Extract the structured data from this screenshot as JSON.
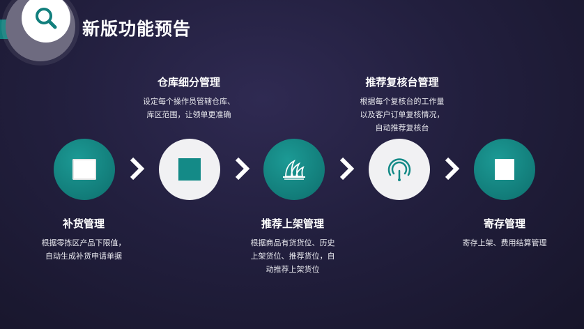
{
  "header": {
    "title": "新版功能预告",
    "icon": "search-icon",
    "colors": {
      "accent": "#127f7d",
      "background": "#221f3e"
    }
  },
  "steps": [
    {
      "title": "补货管理",
      "desc": "根据零拣区产品下限值，\n自动生成补货申请单据",
      "icon": "square-icon"
    },
    {
      "title": "仓库细分管理",
      "desc": "设定每个操作员管辖仓库、\n库区范围，让领单更准确",
      "icon": "square-icon"
    },
    {
      "title": "推荐上架管理",
      "desc": "根据商品有货货位、历史\n上架货位、推荐货位，自\n动推荐上架货位",
      "icon": "opera-house-icon"
    },
    {
      "title": "推荐复核台管理",
      "desc": "根据每个复核台的工作量\n以及客户订单复核情况，\n自动推荐复核台",
      "icon": "gauge-icon"
    },
    {
      "title": "寄存管理",
      "desc": "寄存上架、费用结算管理",
      "icon": "square-icon"
    }
  ]
}
